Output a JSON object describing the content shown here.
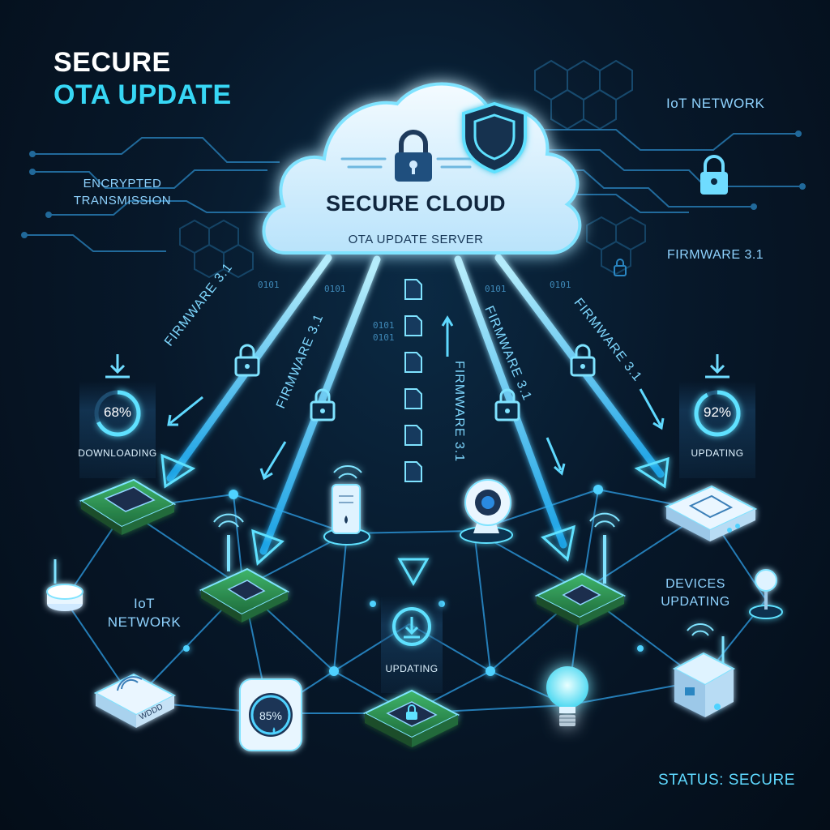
{
  "header": {
    "title_line1": "SECURE",
    "title_line2": "OTA UPDATE"
  },
  "cloud": {
    "title": "SECURE CLOUD",
    "subtitle": "OTA UPDATE SERVER",
    "icons": [
      "lock-icon",
      "shield-icon"
    ]
  },
  "labels": {
    "encrypted": "ENCRYPTED TRANSMISSION",
    "iot_top": "IoT NETWORK",
    "firmware_right": "FIRMWARE 3.1",
    "iot_left": "IoT NETWORK",
    "devices_updating": "DEVICES UPDATING",
    "status": "STATUS: SECURE",
    "binary": "0101"
  },
  "beams": [
    {
      "label": "FIRMWARE 3.1"
    },
    {
      "label": "FIRMWARE 3.1"
    },
    {
      "label": "FIRMWARE 3.1"
    },
    {
      "label": "FIRMWARE 3.1"
    },
    {
      "label": "FIRMWARE 3.1"
    }
  ],
  "progress": [
    {
      "name": "left",
      "percent": "68%",
      "value": 0.68,
      "status": "DOWNLOADING"
    },
    {
      "name": "right",
      "percent": "92%",
      "value": 0.92,
      "status": "UPDATING"
    },
    {
      "name": "center",
      "status": "UPDATING"
    }
  ],
  "thermostat": {
    "value": "85%"
  },
  "router_label": "WDDD",
  "colors": {
    "accent": "#37d7f5",
    "beam": "#3ec8ff",
    "background": "#07182a",
    "chip": "#2e9e56",
    "glow": "#5fd9ff"
  },
  "devices": [
    "chip-device-left",
    "chip-device-mid-left",
    "smartphone-device",
    "webcam-device",
    "chip-device-mid-right",
    "gateway-device",
    "wifi-router-left",
    "wifi-router-bottom",
    "thermostat-device",
    "chip-device-center",
    "smart-bulb-device",
    "sensor-cube-device",
    "joystick-device"
  ]
}
